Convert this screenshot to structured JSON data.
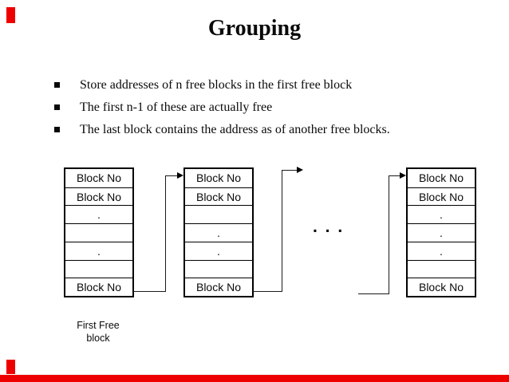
{
  "slide": {
    "title": "Grouping",
    "accent_color": "#EE0000",
    "bullets": [
      "Store addresses of n free blocks in the first free block",
      "The first n-1 of these are actually free",
      "The last block contains the address as of another free blocks."
    ],
    "diagram": {
      "tables": [
        {
          "rows": [
            "Block No",
            "Block No",
            ".",
            "",
            ".",
            "",
            "Block No"
          ]
        },
        {
          "rows": [
            "Block No",
            "Block No",
            "",
            ".",
            ".",
            "",
            "Block No"
          ]
        },
        {
          "rows": [
            "Block No",
            "Block No",
            ".",
            ".",
            ".",
            "",
            "Block No"
          ]
        }
      ],
      "ellipsis": ". . .",
      "caption": "First Free block"
    }
  }
}
